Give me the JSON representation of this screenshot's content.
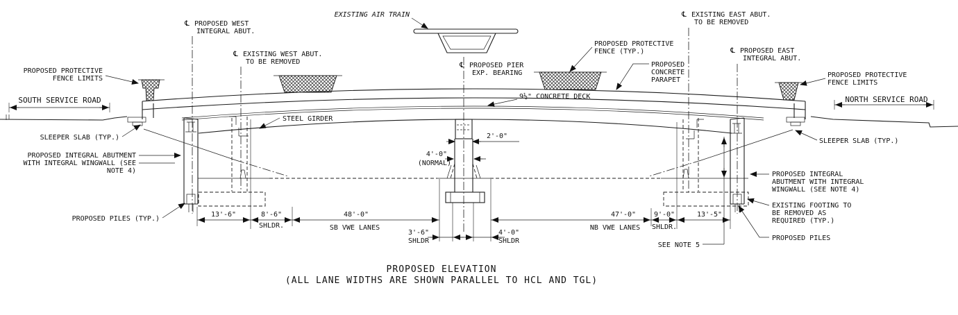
{
  "drawing": {
    "title_line1": "PROPOSED ELEVATION",
    "title_line2": "(ALL LANE WIDTHS ARE SHOWN PARALLEL TO HCL AND TGL)"
  },
  "sym": {
    "cl": "℄"
  },
  "labels": {
    "fence_limits_left_1": "PROPOSED PROTECTIVE",
    "fence_limits_left_2": "FENCE LIMITS",
    "south_service_road": "SOUTH SERVICE ROAD",
    "sleeper_slab_left": "SLEEPER SLAB (TYP.)",
    "integral_abutment_left_1": "PROPOSED INTEGRAL ABUTMENT",
    "integral_abutment_left_2": "WITH INTEGRAL WINGWALL (SEE",
    "integral_abutment_left_3": "NOTE 4)",
    "piles_left": "PROPOSED PILES (TYP.)",
    "cl_west_1": "PROPOSED WEST",
    "cl_west_2": "INTEGRAL ABUT.",
    "cl_exist_west_1": "EXISTING WEST ABUT.",
    "cl_exist_west_2": "TO BE REMOVED",
    "steel_girder": "STEEL GIRDER",
    "air_train": "EXISTING AIR TRAIN",
    "cl_pier_1": "PROPOSED PIER",
    "cl_pier_2": "EXP. BEARING",
    "concrete_deck": "9½\" CONCRETE DECK",
    "fence_typ_1": "PROPOSED PROTECTIVE",
    "fence_typ_2": "FENCE (TYP.)",
    "parapet_1": "PROPOSED",
    "parapet_2": "CONCRETE",
    "parapet_3": "PARAPET",
    "cl_exist_east_1": "EXISTING EAST ABUT.",
    "cl_exist_east_2": "TO BE REMOVED",
    "cl_east_1": "PROPOSED EAST",
    "cl_east_2": "INTEGRAL ABUT.",
    "fence_limits_right_1": "PROPOSED PROTECTIVE",
    "fence_limits_right_2": "FENCE LIMITS",
    "north_service_road": "NORTH SERVICE ROAD",
    "sleeper_slab_right": "SLEEPER SLAB (TYP.)",
    "integral_abutment_right_1": "PROPOSED INTEGRAL",
    "integral_abutment_right_2": "ABUTMENT WITH INTEGRAL",
    "integral_abutment_right_3": "WINGWALL (SEE NOTE 4)",
    "existing_footing_1": "EXISTING FOOTING TO",
    "existing_footing_2": "BE REMOVED AS",
    "existing_footing_3": "REQUIRED (TYP.)",
    "piles_right": "PROPOSED PILES",
    "see_note_5": "SEE NOTE 5"
  },
  "dims": {
    "d13_6": "13'-6\"",
    "d8_6": "8'-6\"",
    "shldr_dot": "SHLDR.",
    "d48_0": "48'-0\"",
    "sb_lanes": "SB VWE LANES",
    "d3_6": "3'-6\"",
    "shldr": "SHLDR",
    "d4_0": "4'-0\"",
    "d47_0": "47'-0\"",
    "nb_lanes": "NB VWE LANES",
    "d9_0": "9'-0\"",
    "d13_5": "13'-5\"",
    "d2_0": "2'-0\"",
    "normal": "(NORMAL)"
  }
}
